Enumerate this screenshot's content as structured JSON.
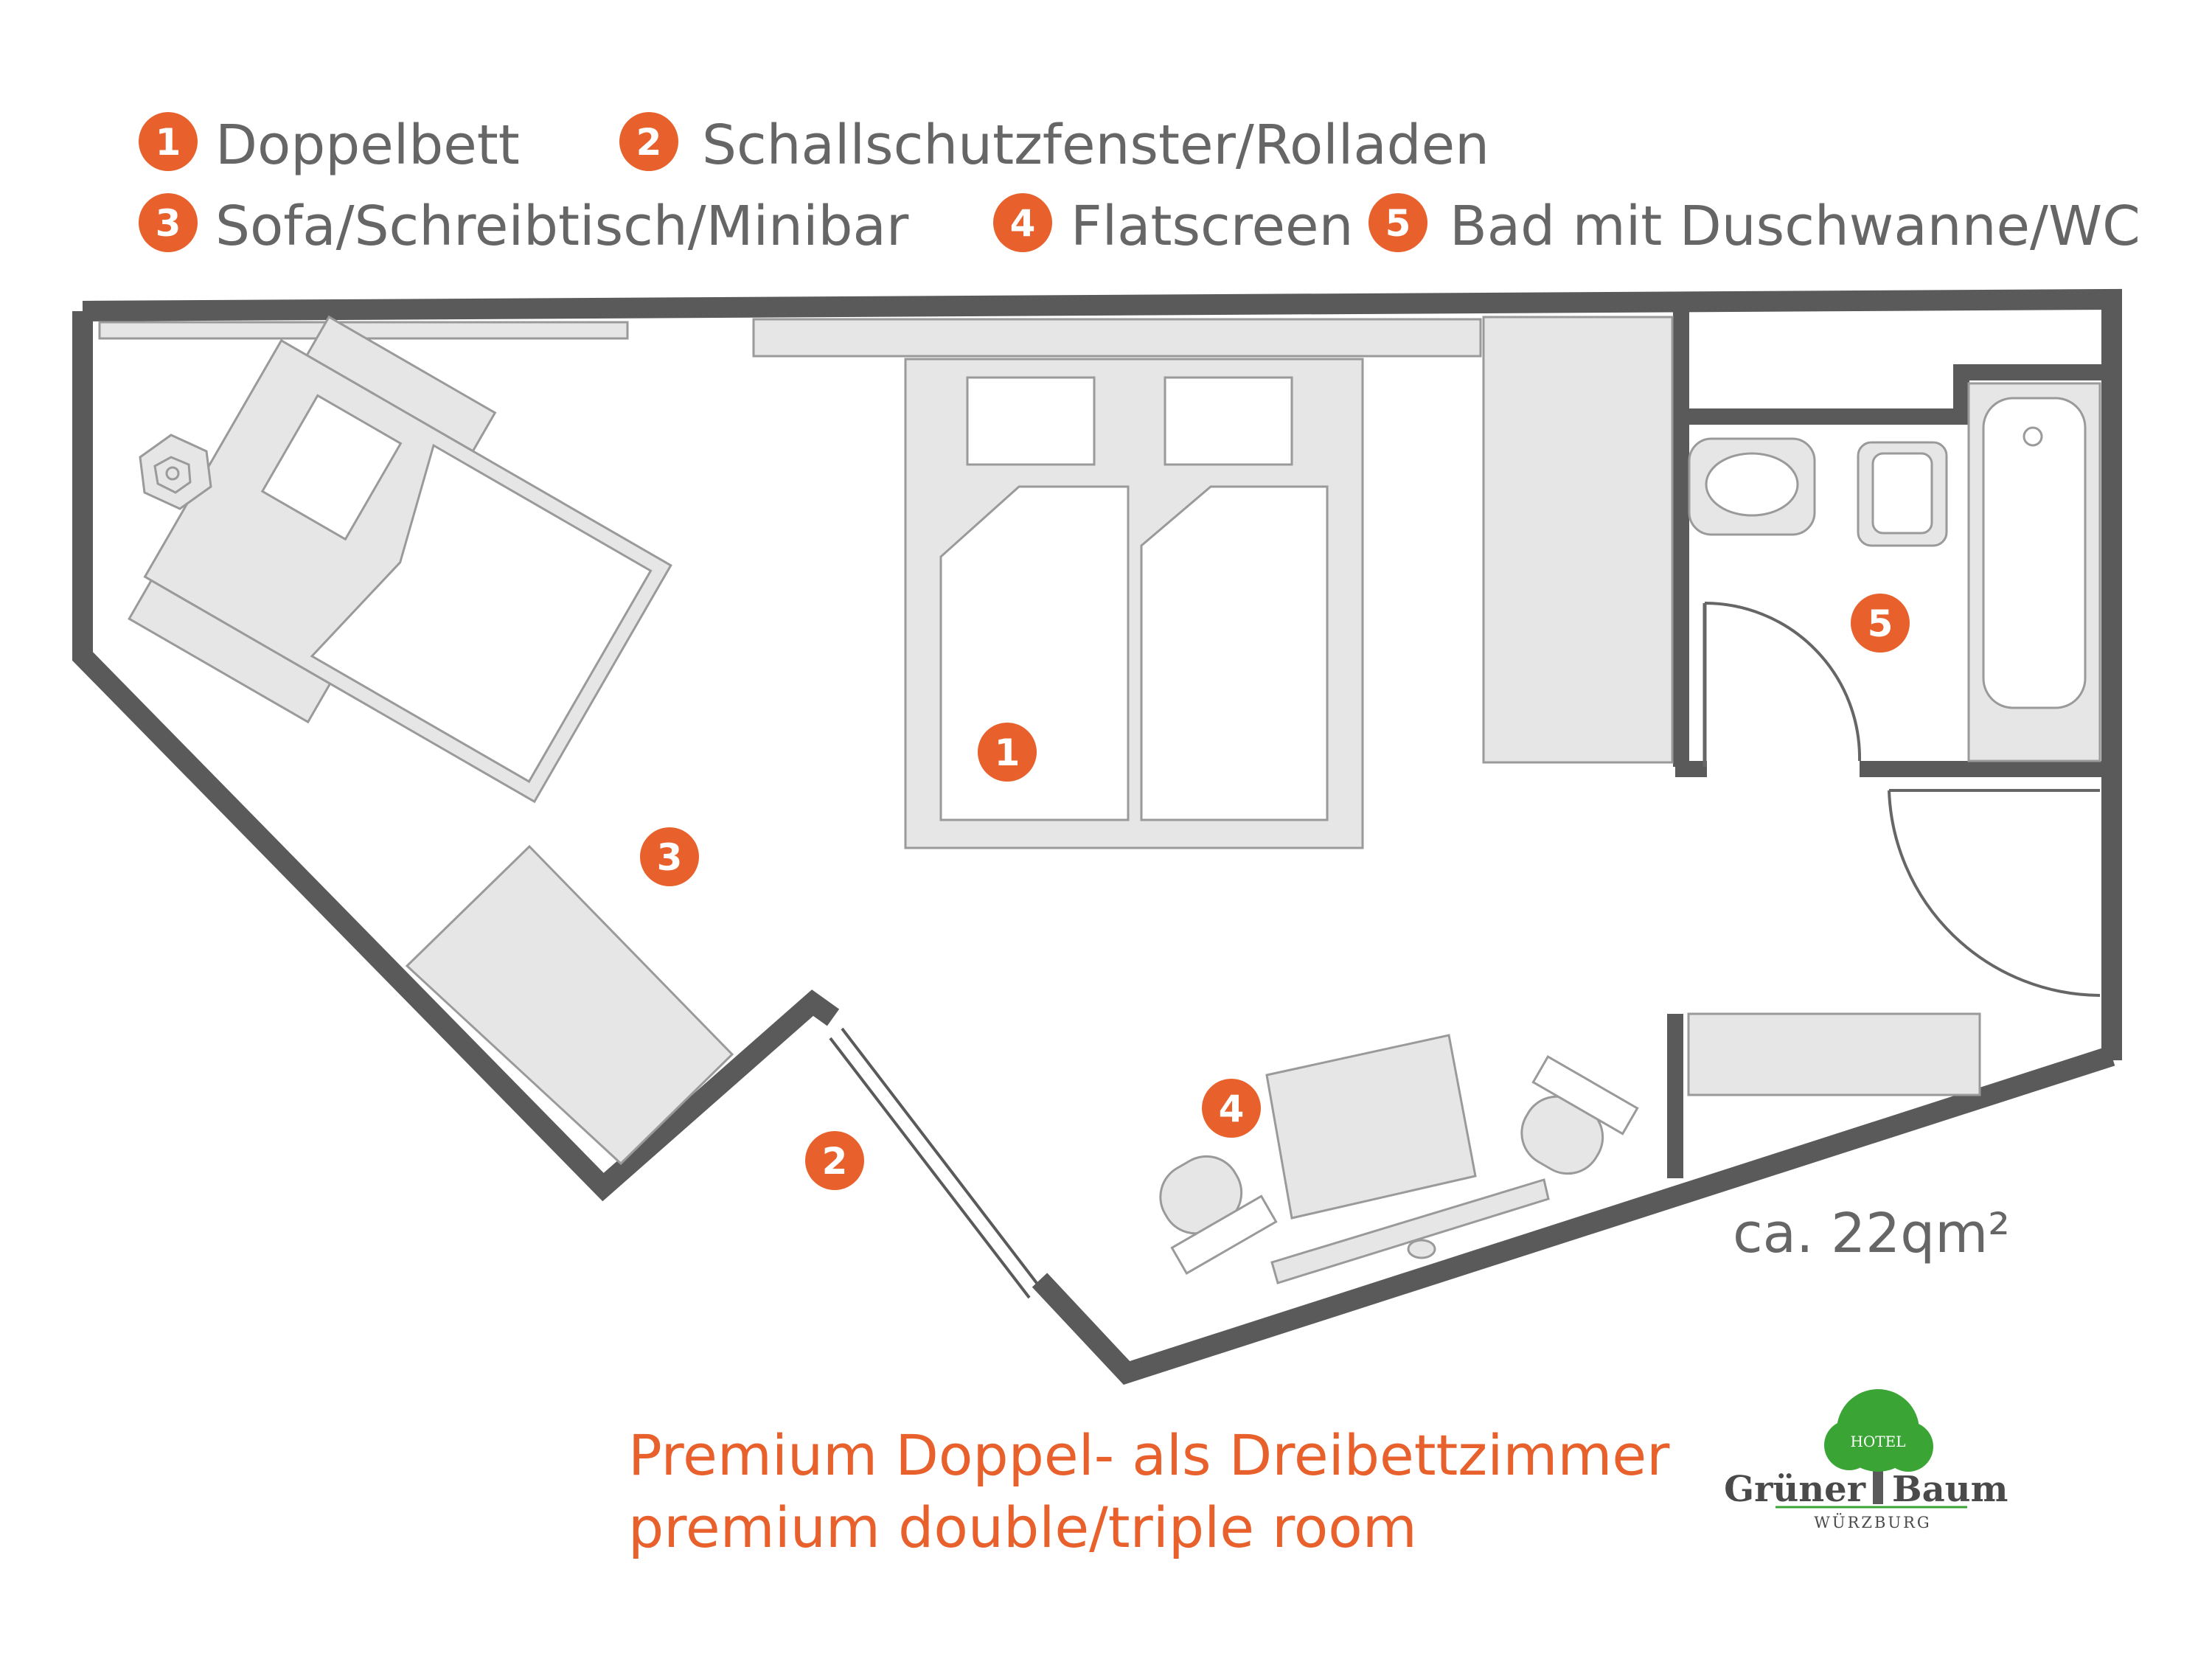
{
  "legend": [
    {
      "number": "1",
      "label": "Doppelbett"
    },
    {
      "number": "2",
      "label": "Schallschutzfenster/Rolladen"
    },
    {
      "number": "3",
      "label": "Sofa/Schreibtisch/Minibar"
    },
    {
      "number": "4",
      "label": "Flatscreen"
    },
    {
      "number": "5",
      "label": "Bad mit Duschwanne/WC"
    }
  ],
  "floorplan": {
    "markers": [
      "1",
      "2",
      "3",
      "4",
      "5"
    ],
    "area_label": "ca. 22qm²"
  },
  "caption": {
    "line_de": "Premium Doppel- als Dreibettzimmer",
    "line_en": "premium double/triple room"
  },
  "logo": {
    "hotel": "HOTEL",
    "name_left": "Grüner",
    "name_right": "Baum",
    "city": "WÜRZBURG"
  },
  "colors": {
    "accent": "#e8612c",
    "wall": "#5a5a5a",
    "furniture": "#e6e6e6",
    "text": "#666666",
    "logo_green": "#3aa535"
  }
}
